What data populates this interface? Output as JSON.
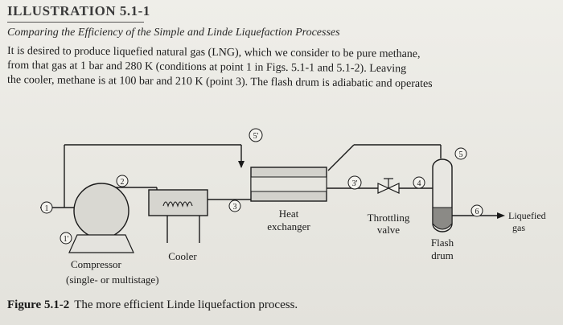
{
  "header": {
    "title": "ILLUSTRATION 5.1-1",
    "subtitle": "Comparing the Efficiency of the Simple and Linde Liquefaction Processes"
  },
  "paragraph": {
    "line1": "It is desired to produce liquefied natural gas (LNG), which we consider to be pure methane,",
    "line2": "from that gas at 1 bar and 280 K (conditions at point 1 in Figs. 5.1-1 and 5.1-2). Leaving",
    "line3": "the cooler, methane is at 100 bar and 210 K (point 3). The flash drum is adiabatic and operates"
  },
  "diagram": {
    "points": {
      "p1": "1",
      "p1prime": "1'",
      "p2": "2",
      "p3": "3",
      "p3prime": "3'",
      "p4": "4",
      "p5": "5",
      "p5prime": "5'",
      "p6": "6"
    },
    "labels": {
      "heat": "Heat",
      "exchanger": "exchanger",
      "throttling": "Throttling",
      "valve": "valve",
      "cooler": "Cooler",
      "compressor": "Compressor",
      "compressor_note": "(single- or multistage)",
      "flash": "Flash",
      "drum": "drum",
      "liquefied": "Liquefied",
      "gas": "gas"
    }
  },
  "caption": {
    "figure": "Figure 5.1-2",
    "text": "The more efficient Linde liquefaction process."
  }
}
